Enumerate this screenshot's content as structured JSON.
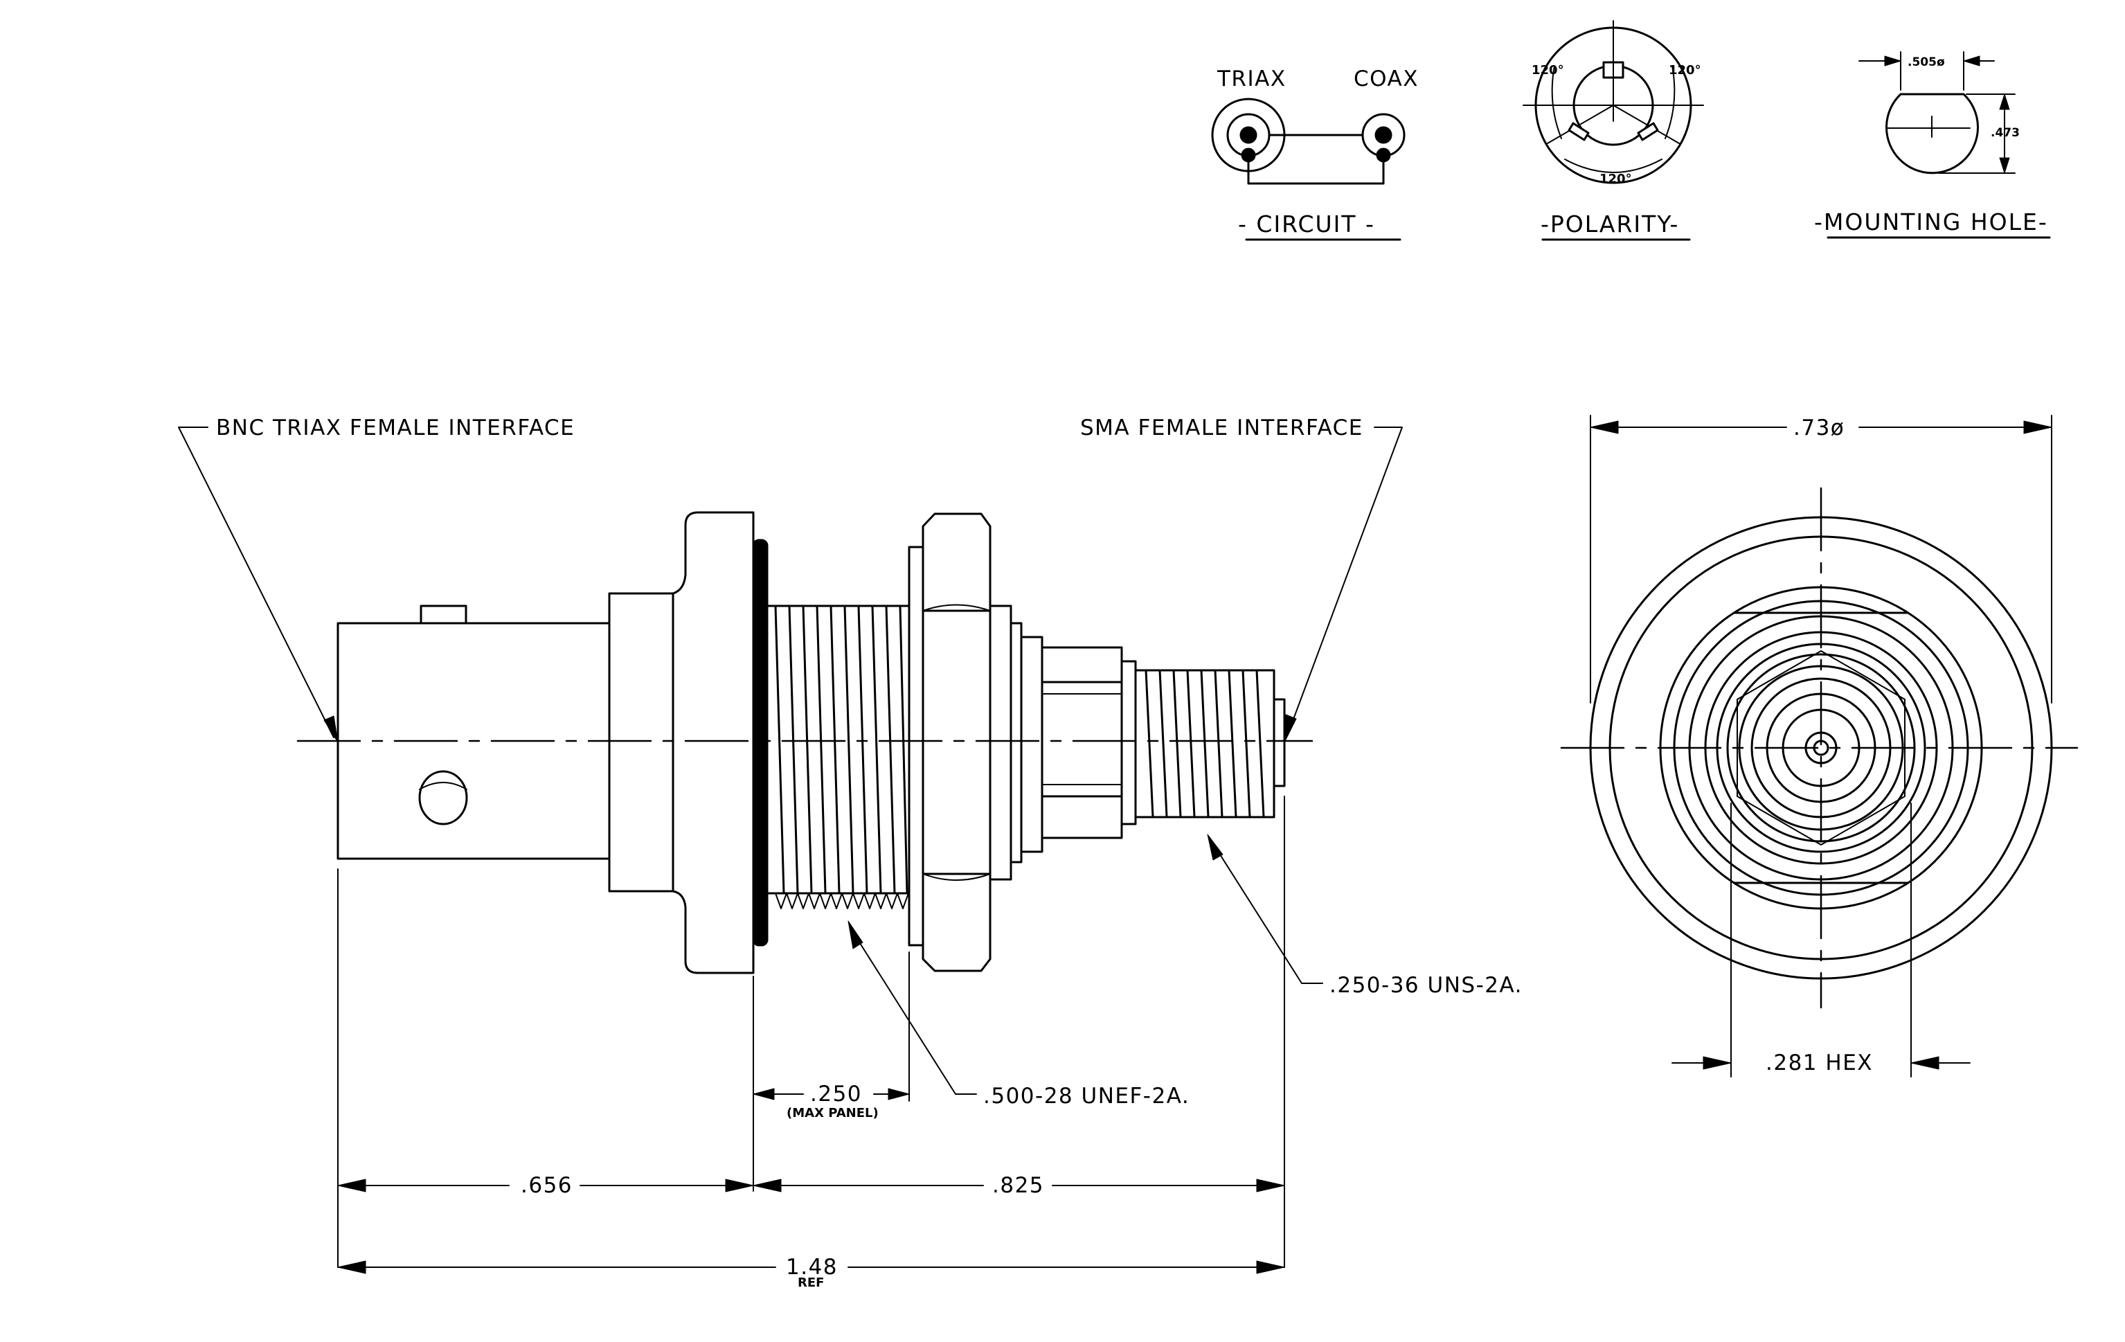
{
  "top_diagrams": {
    "circuit": {
      "title": "- CIRCUIT -",
      "triax_label": "TRIAX",
      "coax_label": "COAX"
    },
    "polarity": {
      "title": "-POLARITY-",
      "angle_upper_left": "120°",
      "angle_upper_right": "120°",
      "angle_bottom": "120°"
    },
    "mounting_hole": {
      "title": "-MOUNTING HOLE-",
      "diameter": ".505ø",
      "flat": ".473"
    }
  },
  "side_view": {
    "left_callout": "BNC TRIAX FEMALE INTERFACE",
    "right_callout": "SMA FEMALE INTERFACE",
    "thread_large": ".500-28 UNEF-2A.",
    "thread_small": ".250-36 UNS-2A.",
    "panel_dim": ".250",
    "panel_note": "(MAX PANEL)",
    "dim_left": ".656",
    "dim_right": ".825",
    "dim_total": "1.48",
    "dim_total_note": "REF"
  },
  "end_view": {
    "diameter": ".73ø",
    "hex": ".281 HEX"
  }
}
